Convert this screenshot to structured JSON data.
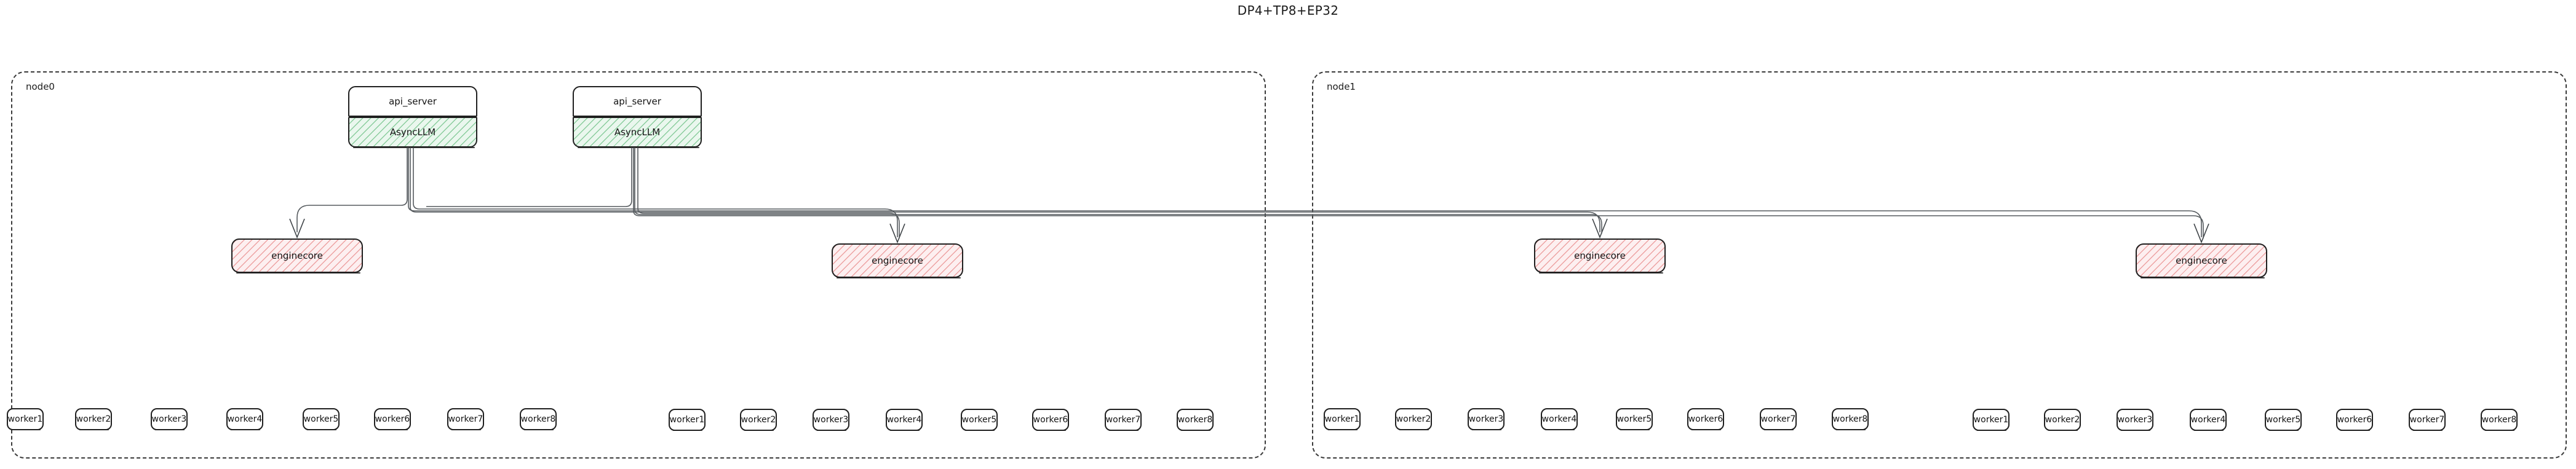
{
  "title": "DP4+TP8+EP32",
  "clusters": [
    {
      "id": "node0",
      "label": "node0",
      "api_servers": [
        {
          "label": "api_server"
        },
        {
          "label": "api_server"
        }
      ],
      "async_llms": [
        {
          "label": "AsyncLLM"
        },
        {
          "label": "AsyncLLM"
        }
      ],
      "enginecores": [
        {
          "label": "enginecore"
        },
        {
          "label": "enginecore"
        }
      ],
      "worker_groups": [
        {
          "workers": [
            "worker1",
            "worker2",
            "worker3",
            "worker4",
            "worker5",
            "worker6",
            "worker7",
            "worker8"
          ]
        },
        {
          "workers": [
            "worker1",
            "worker2",
            "worker3",
            "worker4",
            "worker5",
            "worker6",
            "worker7",
            "worker8"
          ]
        }
      ]
    },
    {
      "id": "node1",
      "label": "node1",
      "api_servers": [],
      "async_llms": [],
      "enginecores": [
        {
          "label": "enginecore"
        },
        {
          "label": "enginecore"
        }
      ],
      "worker_groups": [
        {
          "workers": [
            "worker1",
            "worker2",
            "worker3",
            "worker4",
            "worker5",
            "worker6",
            "worker7",
            "worker8"
          ]
        },
        {
          "workers": [
            "worker1",
            "worker2",
            "worker3",
            "worker4",
            "worker5",
            "worker6",
            "worker7",
            "worker8"
          ]
        }
      ]
    }
  ],
  "colors": {
    "asyncllm_fill": "#eaf7ee",
    "asyncllm_hatch": "#3caa5a",
    "enginecore_fill": "#fdeff0",
    "enginecore_hatch": "#e26e6e",
    "box_stroke": "#1f1f1f",
    "edge_stroke": "#555a5e",
    "cluster_stroke": "#3a3a3a",
    "background": "#ffffff",
    "text": "#131313"
  },
  "graph": {
    "type": "diagram",
    "edges": [
      {
        "from": "node0.asyncllm.0",
        "to": "node0.enginecore.0"
      },
      {
        "from": "node0.asyncllm.0",
        "to": "node0.enginecore.1"
      },
      {
        "from": "node0.asyncllm.0",
        "to": "node1.enginecore.0"
      },
      {
        "from": "node0.asyncllm.0",
        "to": "node1.enginecore.1"
      },
      {
        "from": "node0.asyncllm.1",
        "to": "node0.enginecore.0"
      },
      {
        "from": "node0.asyncllm.1",
        "to": "node0.enginecore.1"
      },
      {
        "from": "node0.asyncllm.1",
        "to": "node1.enginecore.0"
      },
      {
        "from": "node0.asyncllm.1",
        "to": "node1.enginecore.1"
      }
    ]
  }
}
